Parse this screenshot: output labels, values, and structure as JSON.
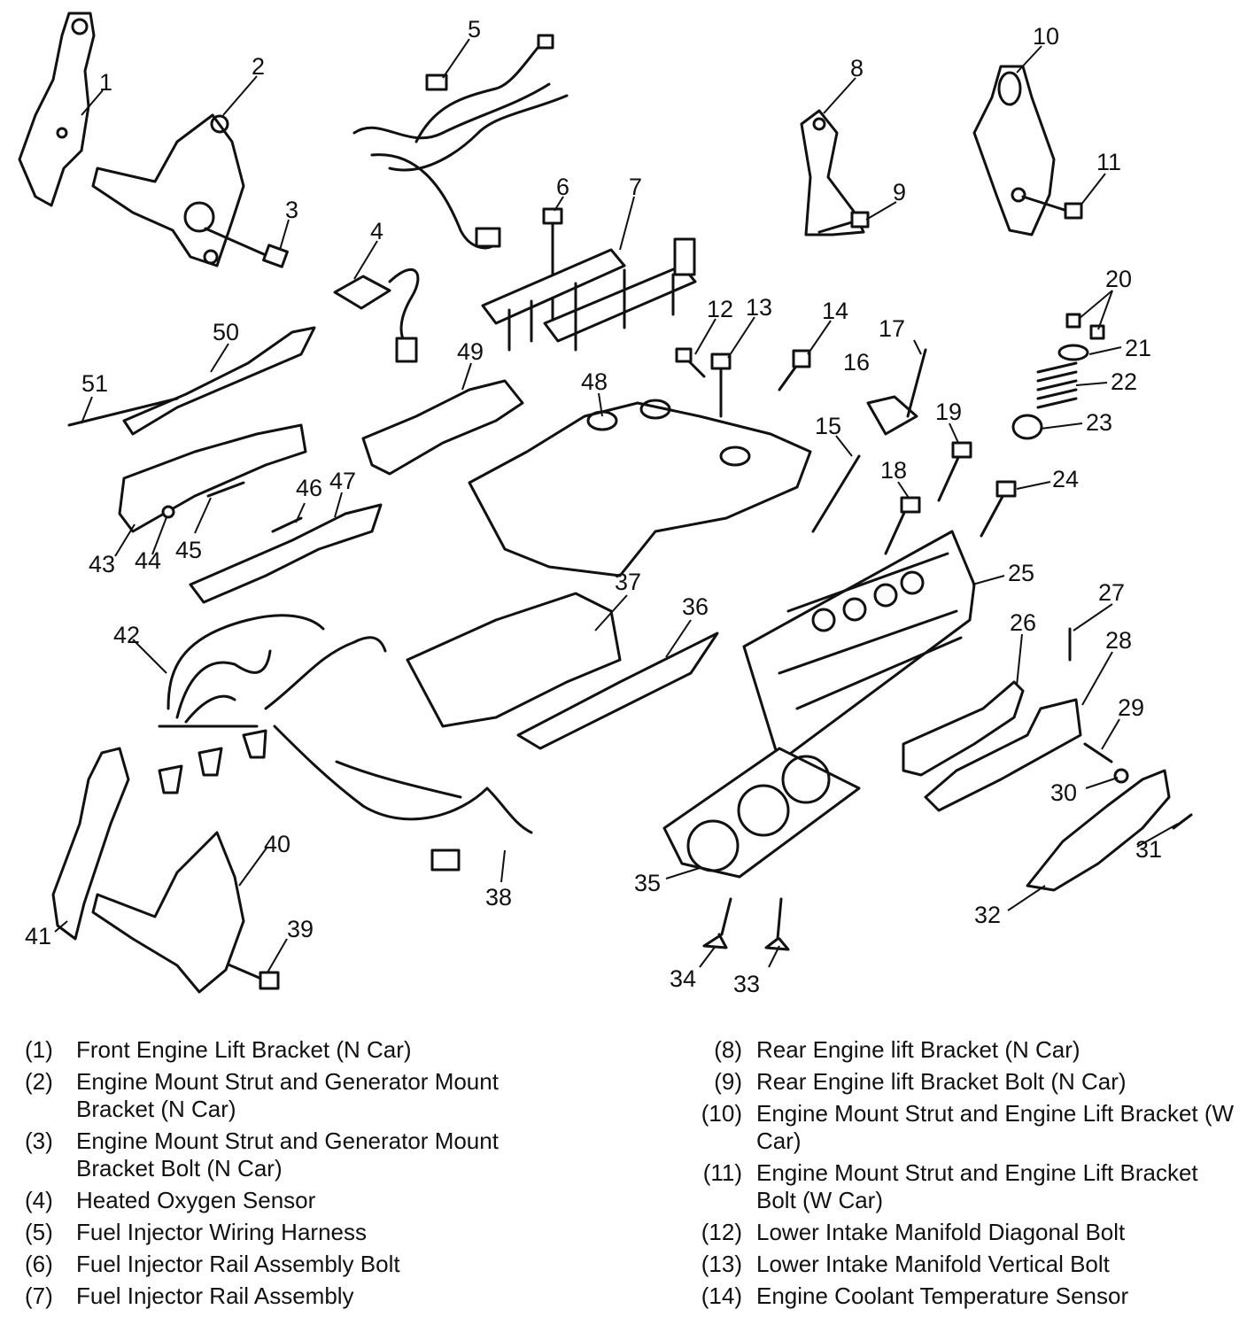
{
  "callouts": [
    "1",
    "2",
    "3",
    "4",
    "5",
    "6",
    "7",
    "8",
    "9",
    "10",
    "11",
    "12",
    "13",
    "14",
    "15",
    "16",
    "17",
    "18",
    "19",
    "20",
    "21",
    "22",
    "23",
    "24",
    "25",
    "26",
    "27",
    "28",
    "29",
    "30",
    "31",
    "32",
    "33",
    "34",
    "35",
    "36",
    "37",
    "38",
    "39",
    "40",
    "41",
    "42",
    "43",
    "44",
    "45",
    "46",
    "47",
    "48",
    "49",
    "50",
    "51"
  ],
  "legend_left": [
    {
      "num": "(1)",
      "text": "Front Engine Lift Bracket (N Car)"
    },
    {
      "num": "(2)",
      "text": "Engine Mount Strut and Generator Mount Bracket (N Car)"
    },
    {
      "num": "(3)",
      "text": "Engine Mount Strut and Generator Mount Bracket Bolt (N Car)"
    },
    {
      "num": "(4)",
      "text": "Heated Oxygen Sensor"
    },
    {
      "num": "(5)",
      "text": "Fuel Injector Wiring Harness"
    },
    {
      "num": "(6)",
      "text": "Fuel Injector Rail Assembly Bolt"
    },
    {
      "num": "(7)",
      "text": "Fuel Injector Rail Assembly"
    }
  ],
  "legend_right": [
    {
      "num": "(8)",
      "text": "Rear Engine lift Bracket (N Car)"
    },
    {
      "num": "(9)",
      "text": "Rear Engine lift Bracket Bolt (N Car)"
    },
    {
      "num": "(10)",
      "text": "Engine Mount Strut and Engine Lift Bracket (W Car)"
    },
    {
      "num": "(11)",
      "text": "Engine Mount Strut and Engine Lift Bracket Bolt (W Car)"
    },
    {
      "num": "(12)",
      "text": "Lower Intake Manifold Diagonal Bolt"
    },
    {
      "num": "(13)",
      "text": "Lower Intake Manifold Vertical Bolt"
    },
    {
      "num": "(14)",
      "text": "Engine Coolant Temperature Sensor"
    }
  ]
}
